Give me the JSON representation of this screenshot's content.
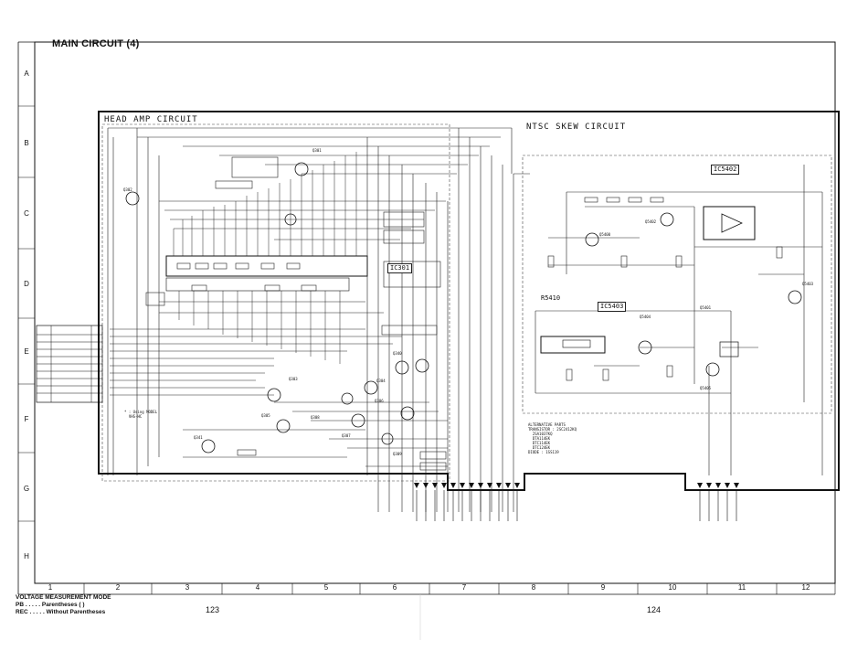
{
  "title": "MAIN CIRCUIT (4)",
  "watermark": "",
  "rows": [
    "A",
    "B",
    "C",
    "D",
    "E",
    "F",
    "G",
    "H"
  ],
  "columns": [
    "1",
    "2",
    "3",
    "4",
    "5",
    "6",
    "7",
    "8",
    "9",
    "10",
    "11",
    "12"
  ],
  "sections": {
    "head_amp": "HEAD AMP CIRCUIT",
    "ntsc_skew": "NTSC SKEW CIRCUIT"
  },
  "ics": {
    "ic301": "IC301",
    "ic5402": "IC5402",
    "ic5403": "IC5403",
    "r5410": "R5410"
  },
  "transistors": [
    "Q301",
    "Q302",
    "Q303",
    "Q304",
    "Q305",
    "Q306",
    "Q307",
    "Q308",
    "Q309",
    "Q340",
    "Q341",
    "Q5400",
    "Q5401",
    "Q5402",
    "Q5403",
    "Q5404",
    "Q5405"
  ],
  "footnote_left": "* : Using MODEL\n  VHS-HC",
  "footnote_right": "ALTERNATIVE PARTS\nTRANSISTOR : 2SC2412KQ\n  2SA1037KQ\n  DTA114EK\n  DTC114EK\n  DTC124EK\nDIODE : 1SS119",
  "legend": {
    "heading": "VOLTAGE MEASUREMENT MODE",
    "pb": "PB . . . . . Parentheses (   )",
    "rec": "REC . . . . . Without Parentheses"
  },
  "page_left": "123",
  "page_right": "124"
}
